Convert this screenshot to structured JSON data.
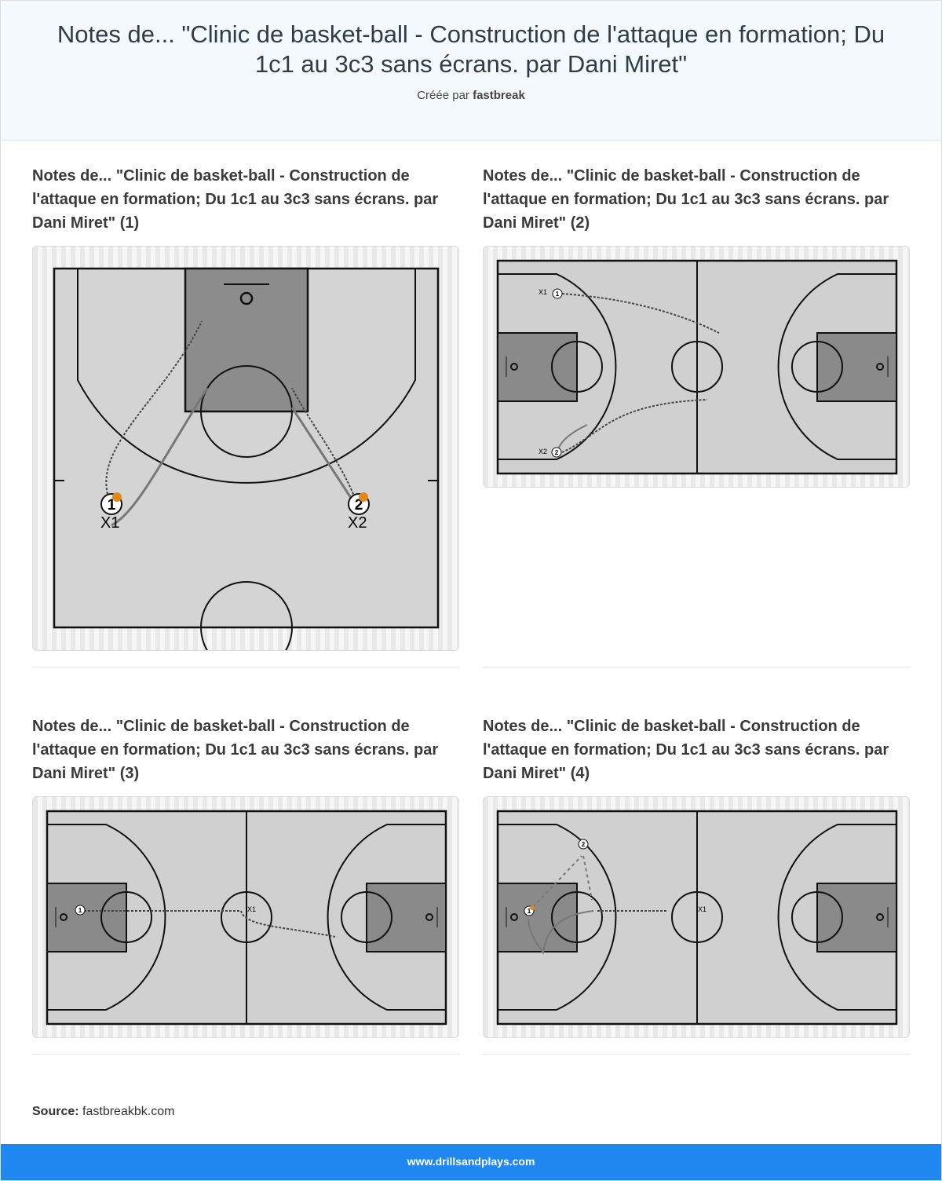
{
  "header": {
    "title": "Notes de... \"Clinic de basket-ball - Construction de l'attaque en formation; Du 1c1 au 3c3 sans écrans. par Dani Miret\"",
    "created_by_prefix": "Créée par",
    "author": "fastbreak"
  },
  "diagrams": [
    {
      "title": "Notes de... \"Clinic de basket-ball - Construction de l'attaque en formation; Du 1c1 au 3c3 sans écrans. par Dani Miret\" (1)",
      "players": [
        "1",
        "2"
      ],
      "defenders": [
        "X1",
        "X2"
      ]
    },
    {
      "title": "Notes de... \"Clinic de basket-ball - Construction de l'attaque en formation; Du 1c1 au 3c3 sans écrans. par Dani Miret\" (2)",
      "players": [
        "1",
        "2"
      ],
      "defenders": [
        "X1",
        "X2"
      ]
    },
    {
      "title": "Notes de... \"Clinic de basket-ball - Construction de l'attaque en formation; Du 1c1 au 3c3 sans écrans. par Dani Miret\" (3)",
      "players": [
        "1"
      ],
      "defenders": [
        "X1"
      ]
    },
    {
      "title": "Notes de... \"Clinic de basket-ball - Construction de l'attaque en formation; Du 1c1 au 3c3 sans écrans. par Dani Miret\" (4)",
      "players": [
        "1",
        "2"
      ],
      "defenders": [
        "X1"
      ]
    }
  ],
  "source": {
    "label": "Source:",
    "value": "fastbreakbk.com"
  },
  "footer": {
    "link": "www.drillsandplays.com"
  },
  "colors": {
    "footer": "#1e88f0",
    "ball": "#e08a1e",
    "court": "#d0d0d0",
    "key": "#8a8a8a"
  }
}
